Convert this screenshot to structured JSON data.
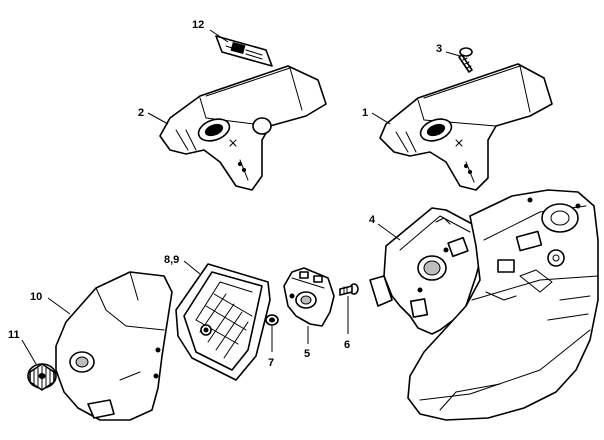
{
  "callouts": {
    "c1": "1",
    "c2": "2",
    "c3": "3",
    "c4": "4",
    "c5": "5",
    "c6": "6",
    "c7": "7",
    "c89": "8,9",
    "c10": "10",
    "c11": "11",
    "c12": "12"
  },
  "colors": {
    "line": "#000000",
    "background": "#ffffff",
    "shade": "#bdbdbd"
  }
}
